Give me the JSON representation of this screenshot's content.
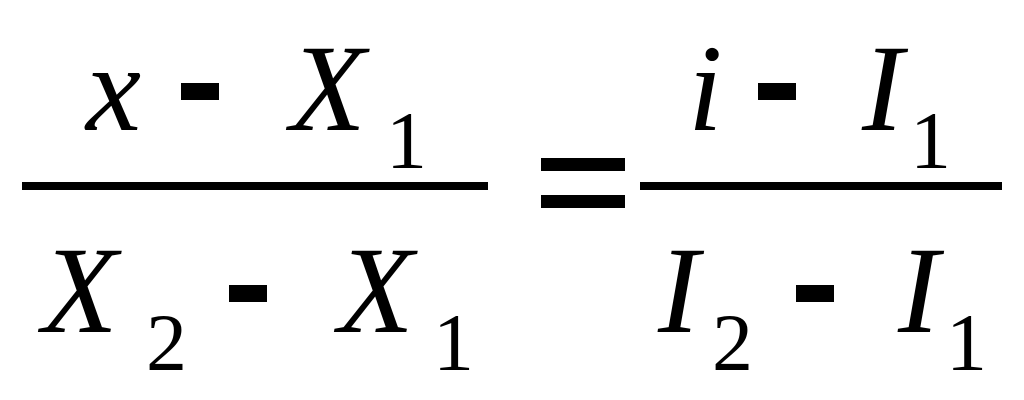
{
  "equation": {
    "lhs": {
      "numerator": {
        "var": "x",
        "minus": "-",
        "rhs_var": "X",
        "rhs_sub": "1"
      },
      "denominator": {
        "var1": "X",
        "sub1": "2",
        "minus": "-",
        "var2": "X",
        "sub2": "1"
      }
    },
    "equals": "=",
    "rhs": {
      "numerator": {
        "var": "i",
        "minus": "-",
        "rhs_var": "I",
        "rhs_sub": "1"
      },
      "denominator": {
        "var1": "I",
        "sub1": "2",
        "minus": "-",
        "var2": "I",
        "sub2": "1"
      }
    }
  }
}
